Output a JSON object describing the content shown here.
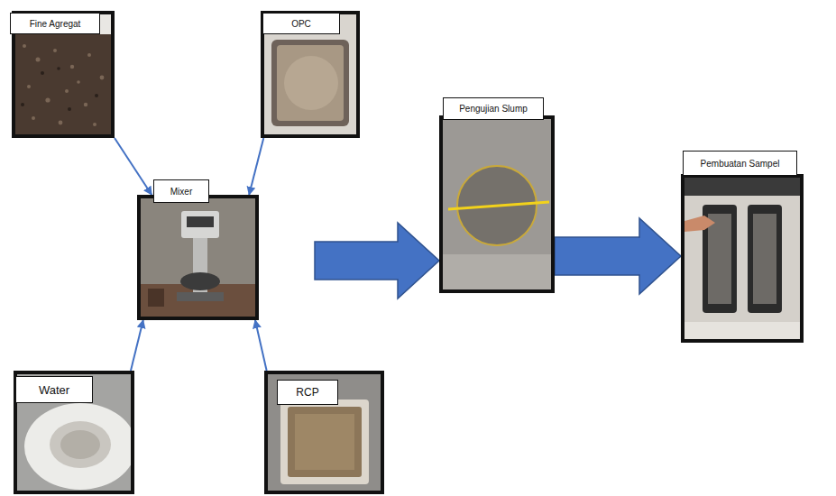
{
  "diagram": {
    "nodes": [
      {
        "text": [
          "Fine Agregat"
        ]
      },
      {
        "text": [
          "OPC"
        ]
      },
      {
        "text": [
          "Mixer"
        ]
      },
      {
        "text": [
          "Water"
        ]
      },
      {
        "text": [
          "RCP"
        ]
      },
      {
        "text": [
          "Pengujian Slump"
        ]
      },
      {
        "text": [
          "Pembuatan Sampel"
        ]
      }
    ],
    "edges": [
      {
        "from": 0,
        "to": 2,
        "arrow": "to"
      },
      {
        "from": 1,
        "to": 2,
        "arrow": "to"
      },
      {
        "from": 3,
        "to": 2,
        "arrow": "to"
      },
      {
        "from": 4,
        "to": 2,
        "arrow": "to"
      },
      {
        "from": 2,
        "to": 5,
        "arrow": "to"
      },
      {
        "from": 5,
        "to": 6,
        "arrow": "to"
      }
    ]
  }
}
